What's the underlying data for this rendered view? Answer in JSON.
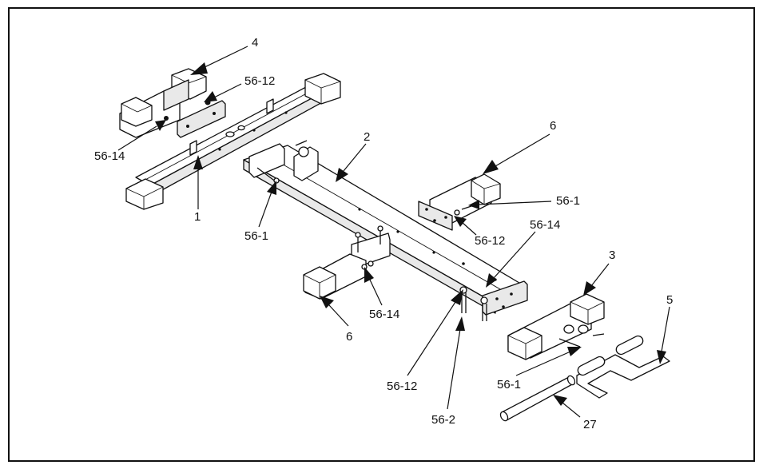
{
  "labels": {
    "part_1": "1",
    "part_2": "2",
    "part_3": "3",
    "part_4": "4",
    "part_5": "5",
    "part_6_upper": "6",
    "part_6_lower": "6",
    "part_27": "27",
    "bolt_56_1_left": "56-1",
    "bolt_56_1_right": "56-1",
    "bolt_56_1_lower": "56-1",
    "bolt_56_2": "56-2",
    "washer_56_12_top": "56-12",
    "washer_56_12_right": "56-12",
    "washer_56_12_bottom": "56-12",
    "nut_56_14_left": "56-14",
    "nut_56_14_center": "56-14",
    "nut_56_14_right": "56-14"
  },
  "colors": {
    "line": "#111111",
    "part_fill": "#ffffff",
    "shade_fill": "#e9e9e9",
    "background": "#ffffff"
  }
}
